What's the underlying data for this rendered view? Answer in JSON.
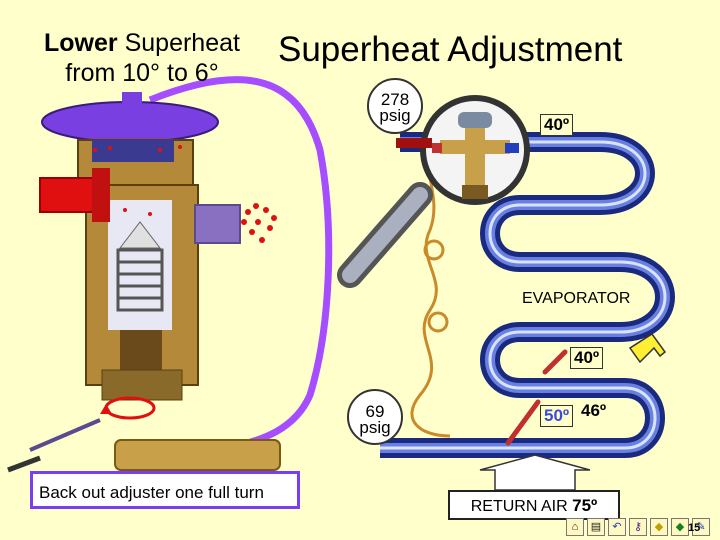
{
  "subtitle": {
    "emphasis": "Lower",
    "rest": " Superheat",
    "line2": "from 10° to 6°"
  },
  "title": "Superheat Adjustment",
  "high_gauge": {
    "value": "278",
    "unit": "psig"
  },
  "low_gauge": {
    "value": "69",
    "unit": "psig"
  },
  "bulb_temp": "40º",
  "evap_temp": "40º",
  "suction_temp_old": "50º",
  "suction_temp_new": "46º",
  "evaporator_label": "EVAPORATOR",
  "caption": "Back out adjuster one full turn",
  "return_air": {
    "label": "RETURN AIR",
    "temp": "75º"
  },
  "page_number": "15",
  "nav_icons": [
    "home-icon",
    "document-icon",
    "back-arrow-icon",
    "key-icon",
    "diamond-icon",
    "diamond-icon",
    "pencil-icon"
  ],
  "colors": {
    "background": "#ffffcc",
    "tubing": "#1a2a80",
    "capillary": "#a64dff",
    "valve_body": "#b5893a",
    "liquid": "#e01010",
    "caption_border": "#7a3df0"
  }
}
